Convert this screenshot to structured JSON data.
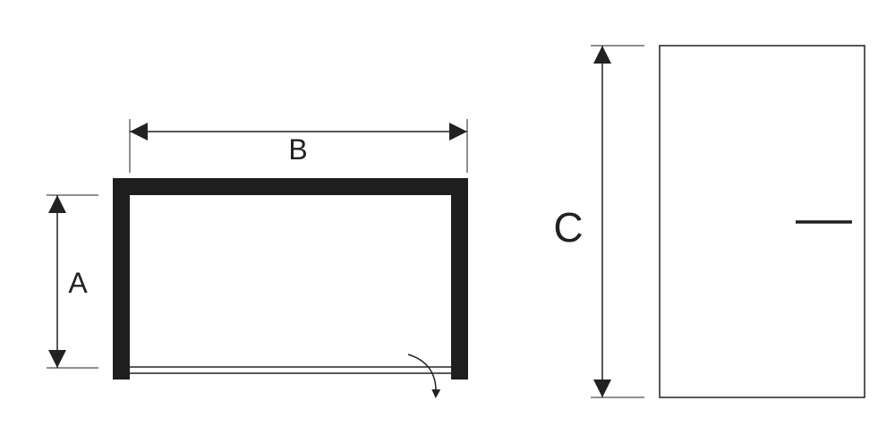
{
  "labels": {
    "a": "A",
    "b": "B",
    "c": "C"
  },
  "colors": {
    "ink": "#222222",
    "frame": "#1e1e1e",
    "background": "#ffffff"
  }
}
